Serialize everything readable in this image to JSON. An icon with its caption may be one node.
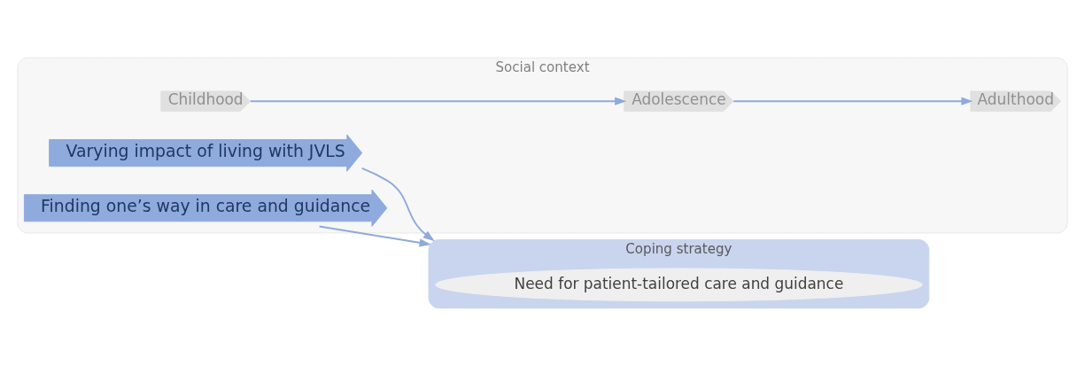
{
  "diagram": {
    "nodes": [
      {
        "text": [
          "Social context"
        ]
      },
      {
        "text": [
          "Varying impact of living with JVLS"
        ],
        "in": 0
      },
      {
        "text": [
          "Childhood"
        ],
        "in": 0
      },
      {
        "text": [
          "Adolescence"
        ],
        "in": 0
      },
      {
        "text": [
          "Adulthood"
        ],
        "in": 0
      },
      {
        "text": [
          "Finding one’s way in care and guidance"
        ],
        "in": 0
      },
      {
        "text": [
          "Coping strategy"
        ]
      },
      {
        "text": [
          "Need for patient-tailored care and guidance"
        ],
        "in": 6
      }
    ],
    "edges": [
      {
        "from": 2,
        "to": 3,
        "arrow": "to"
      },
      {
        "from": 3,
        "to": 4,
        "arrow": "to"
      },
      {
        "from": 1,
        "to": 6,
        "arrow": "to"
      },
      {
        "from": 5,
        "to": 6,
        "arrow": "to"
      }
    ]
  }
}
